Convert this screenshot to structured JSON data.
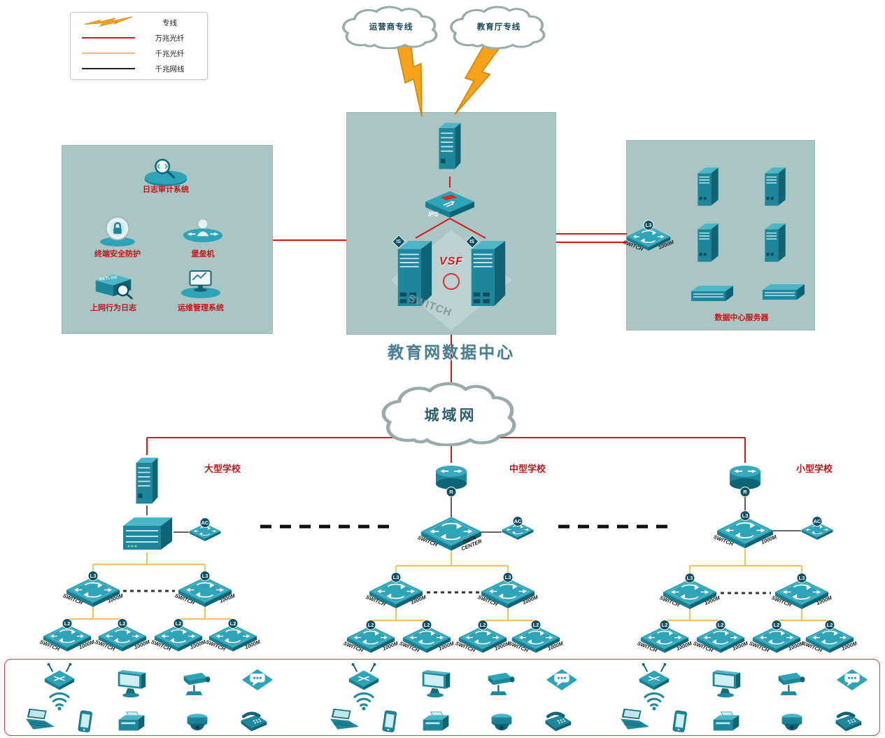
{
  "legend": {
    "items": [
      {
        "label": "专线",
        "color": "#f7a11c"
      },
      {
        "label": "万兆光纤",
        "color": "#e01212"
      },
      {
        "label": "千兆光纤",
        "color": "#f2c063"
      },
      {
        "label": "千兆网线",
        "color": "#222222"
      }
    ]
  },
  "clouds": {
    "carrier": "运营商专线",
    "education": "教育厅专线",
    "man": "城域网"
  },
  "datacenter": {
    "title": "教育网数据中心",
    "vsf_label": "VSF",
    "switch_watermark": "SWITCH",
    "ips_label": "IPS",
    "core_badge": "IS"
  },
  "security_zone": {
    "log_audit": "日志审计系统",
    "terminal_security": "终端安全防护",
    "bastion": "堡垒机",
    "net_log": "上网行为日志",
    "netlog_box": "NETLOG",
    "ops_mgmt": "运维管理系统"
  },
  "server_zone": {
    "title": "数据中心服务器"
  },
  "schools": [
    {
      "name": "大型学校"
    },
    {
      "name": "中型学校"
    },
    {
      "name": "小型学校"
    }
  ],
  "labels": {
    "switch": "SWITCH",
    "m1000": "1000M",
    "data_center": "DATA CENTER",
    "l3": "L3",
    "l2": "L2",
    "ac": "AC",
    "r": "R"
  },
  "colors": {
    "zone_bg": "#a9c6c5",
    "device_teal": "#1f879c",
    "fiber_10g": "#e01212",
    "fiber_1g": "#f2c063",
    "cable_1g": "#222222",
    "bolt_orange": "#f7a11c",
    "label_red": "#c11616"
  }
}
